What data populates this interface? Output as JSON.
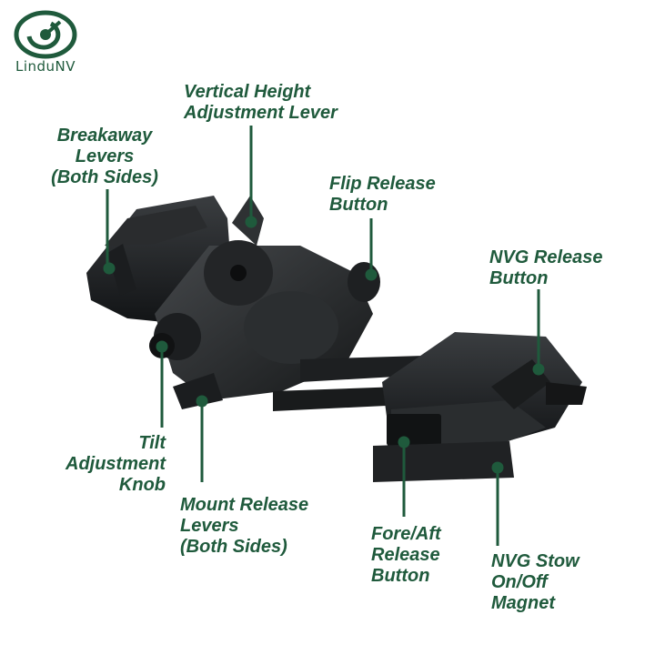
{
  "brand": {
    "name": "LinduNV",
    "color": "#1f5a3c"
  },
  "callouts": {
    "vertical_height": [
      "Vertical Height",
      "Adjustment Lever"
    ],
    "breakaway": [
      "Breakaway",
      "Levers",
      "(Both Sides)"
    ],
    "flip_release": [
      "Flip Release",
      "Button"
    ],
    "nvg_release": [
      "NVG Release",
      "Button"
    ],
    "tilt": [
      "Tilt",
      "Adjustment",
      "Knob"
    ],
    "mount_release": [
      "Mount Release",
      "Levers",
      "(Both Sides)"
    ],
    "fore_aft": [
      "Fore/Aft",
      "Release",
      "Button"
    ],
    "nvg_stow": [
      "NVG Stow",
      "On/Off",
      "Magnet"
    ]
  }
}
